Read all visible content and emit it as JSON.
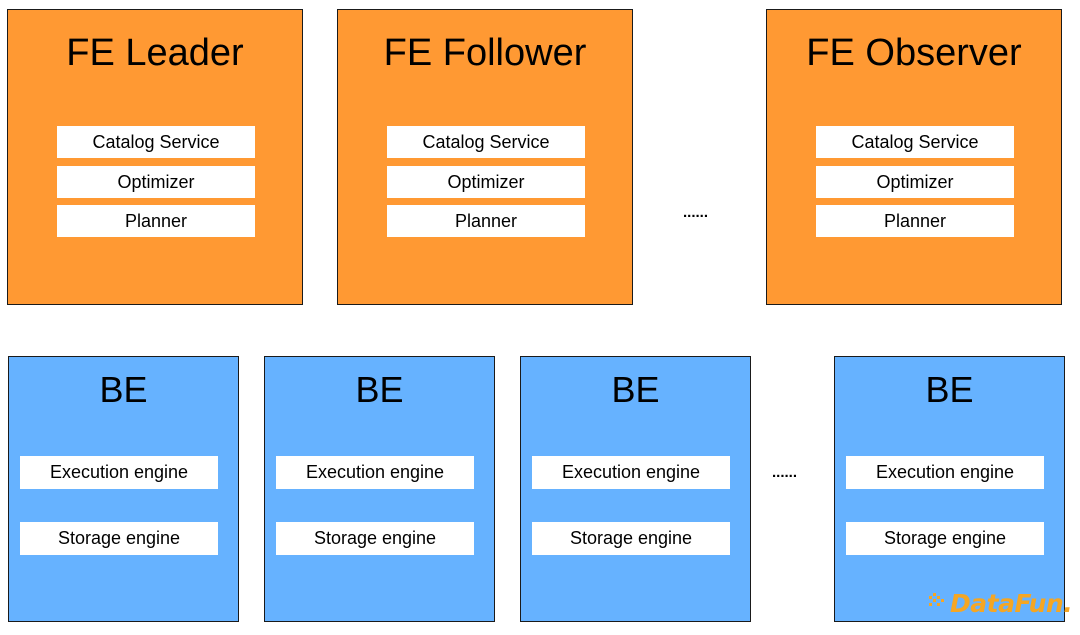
{
  "fe_nodes": [
    {
      "title": "FE Leader",
      "modules": [
        "Catalog Service",
        "Optimizer",
        "Planner"
      ]
    },
    {
      "title": "FE Follower",
      "modules": [
        "Catalog Service",
        "Optimizer",
        "Planner"
      ]
    },
    {
      "title": "FE Observer",
      "modules": [
        "Catalog Service",
        "Optimizer",
        "Planner"
      ]
    }
  ],
  "fe_ellipsis": "......",
  "be_nodes": [
    {
      "title": "BE",
      "modules": [
        "Execution engine",
        "Storage engine"
      ]
    },
    {
      "title": "BE",
      "modules": [
        "Execution engine",
        "Storage engine"
      ]
    },
    {
      "title": "BE",
      "modules": [
        "Execution engine",
        "Storage engine"
      ]
    },
    {
      "title": "BE",
      "modules": [
        "Execution engine",
        "Storage engine"
      ]
    }
  ],
  "be_ellipsis": "......",
  "watermark": {
    "text": "DataFun.",
    "icon": "datafun-logo-icon"
  },
  "colors": {
    "fe_fill": "#ff9933",
    "be_fill": "#66b2ff",
    "module_fill": "#ffffff",
    "border": "#1a1a1a",
    "watermark": "#f5a623"
  }
}
